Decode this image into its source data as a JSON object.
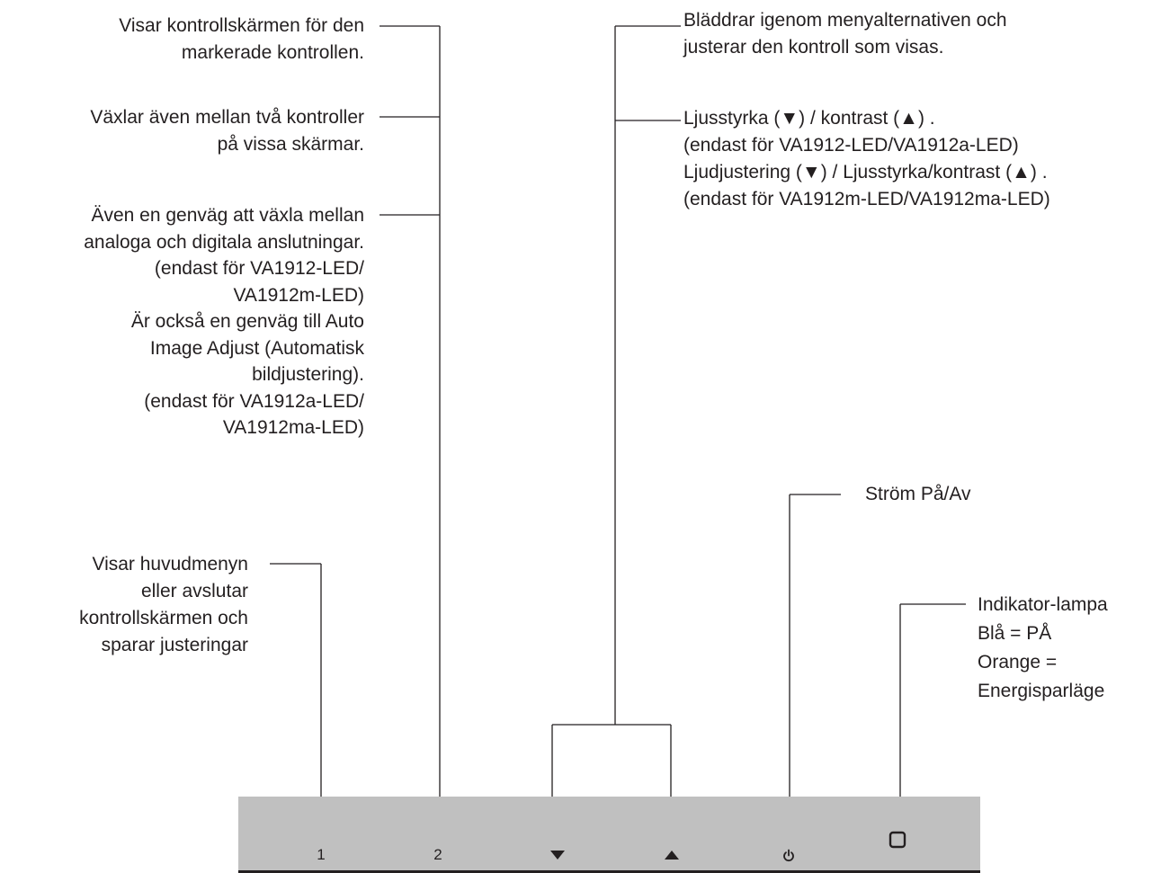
{
  "callouts": {
    "select": [
      "Visar kontrollskärmen för den",
      "markerade kontrollen."
    ],
    "toggle": [
      "Växlar även mellan två kontroller",
      "på vissa skärmar."
    ],
    "shortcut": [
      "Även en genväg att växla mellan",
      "analoga och digitala anslutningar.",
      "(endast för VA1912-LED/",
      "VA1912m-LED)",
      "Är också en genväg till Auto",
      "Image Adjust (Automatisk",
      "bildjustering).",
      "(endast för VA1912a-LED/",
      "VA1912ma-LED)"
    ],
    "menu": [
      "Visar huvudmenyn",
      "eller avslutar",
      "kontrollskärmen och",
      "sparar justeringar"
    ],
    "scroll": [
      "Bläddrar igenom menyalternativen och",
      "justerar den kontroll som visas."
    ],
    "brightness": [
      "Ljusstyrka (▼) / kontrast  (▲) .",
      "(endast för VA1912-LED/VA1912a-LED)",
      "Ljudjustering (▼) / Ljusstyrka/kontrast  (▲) .",
      "(endast för VA1912m-LED/VA1912ma-LED)"
    ],
    "power": [
      "Ström På/Av"
    ],
    "indicator": [
      "Indikator-lampa",
      "Blå = PÅ",
      "Orange =",
      "Energisparläge"
    ]
  },
  "buttons": {
    "b1": "1",
    "b2": "2",
    "down": "down-arrow-icon",
    "up": "up-arrow-icon",
    "power": "power-icon",
    "indicator": "indicator-square-icon"
  },
  "colors": {
    "panel": "#c0c0c0",
    "ink": "#231f20"
  }
}
